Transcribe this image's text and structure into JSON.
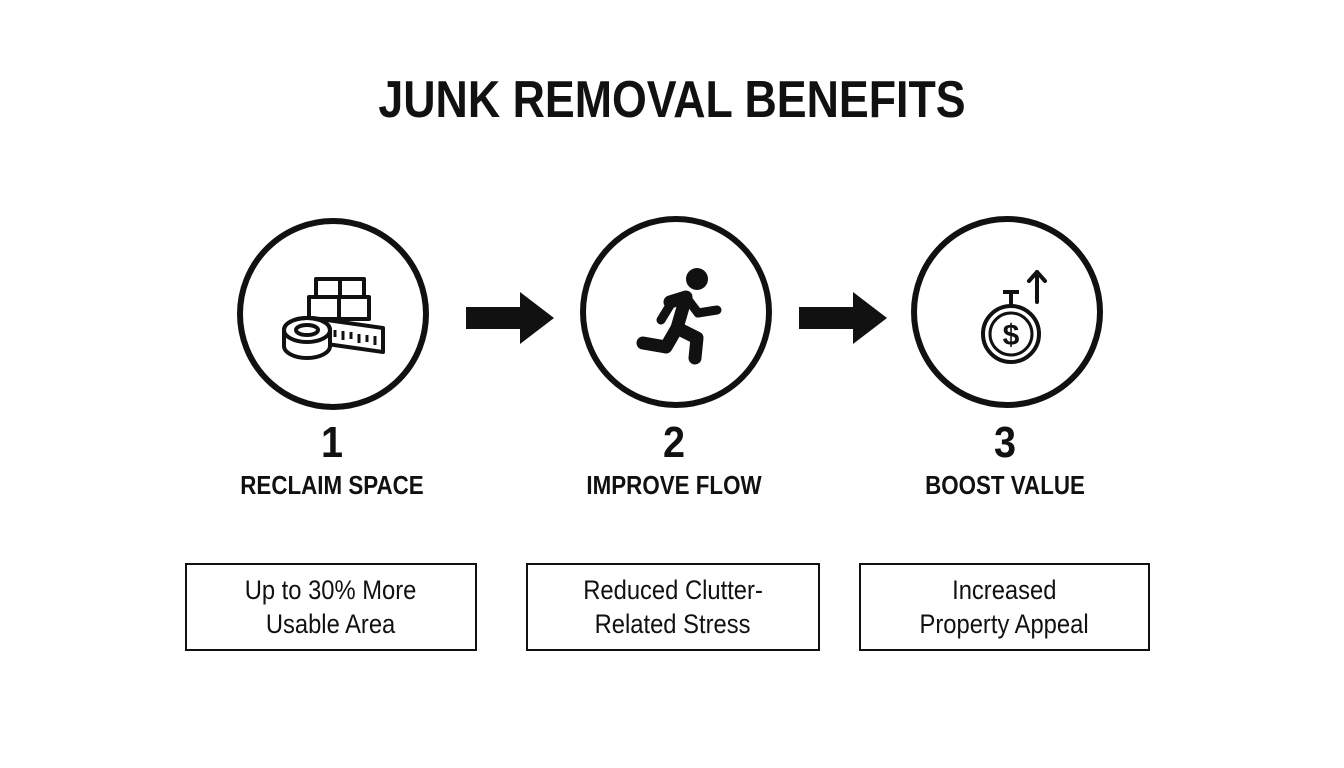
{
  "title": "JUNK REMOVAL BENEFITS",
  "steps": [
    {
      "number": "1",
      "label": "RECLAIM SPACE",
      "icon": "boxes-and-tape-measure-icon",
      "detail_line1": "Up to 30% More",
      "detail_line2": "Usable Area"
    },
    {
      "number": "2",
      "label": "IMPROVE FLOW",
      "icon": "running-person-icon",
      "detail_line1": "Reduced Clutter-",
      "detail_line2": "Related Stress"
    },
    {
      "number": "3",
      "label": "BOOST VALUE",
      "icon": "dollar-coin-up-arrow-icon",
      "detail_line1": "Increased",
      "detail_line2": "Property Appeal"
    }
  ],
  "arrows": [
    "right-arrow-icon",
    "right-arrow-icon"
  ],
  "colors": {
    "ink": "#111111",
    "background": "#ffffff"
  }
}
